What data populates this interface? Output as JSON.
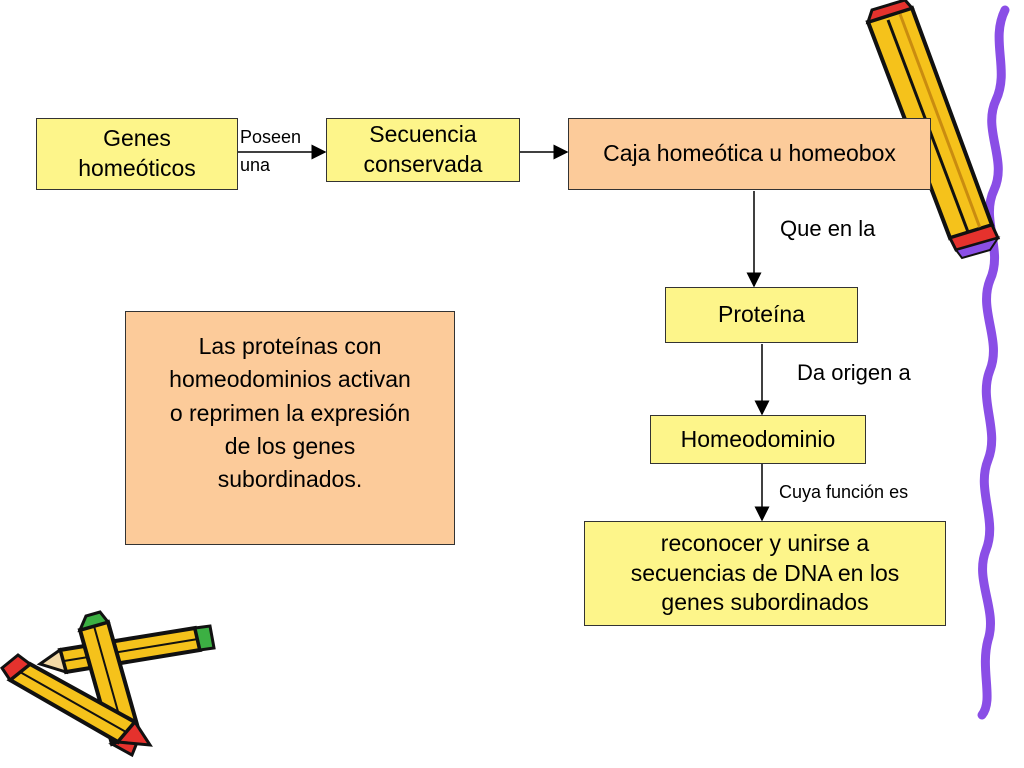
{
  "nodes": {
    "genes": "Genes homeóticos",
    "secuencia": "Secuencia conservada",
    "caja": "Caja homeótica u homeobox",
    "proteina": "Proteína",
    "homeodominio": "Homeodominio",
    "reconocer": "reconocer y unirse a secuencias de DNA en los genes subordinados",
    "proteinas_note": "Las proteínas con homeodominios activan o reprimen la expresión de los genes subordinados."
  },
  "edges": {
    "poseen_una": "Poseen una",
    "que_en_la": "Que en la",
    "da_origen_a": "Da origen a",
    "cuya_funcion": "Cuya función es"
  },
  "colors": {
    "box_yellow": "#fdf58a",
    "box_peach": "#fccb9a",
    "pencil_yellow": "#f5c21b",
    "pencil_red": "#e5322d",
    "pencil_green": "#3cb043",
    "squiggle": "#8a4ee6"
  },
  "icons": [
    "pencil-clipart-icon",
    "pencils-pair-clipart-icon",
    "purple-squiggle-decoration"
  ]
}
